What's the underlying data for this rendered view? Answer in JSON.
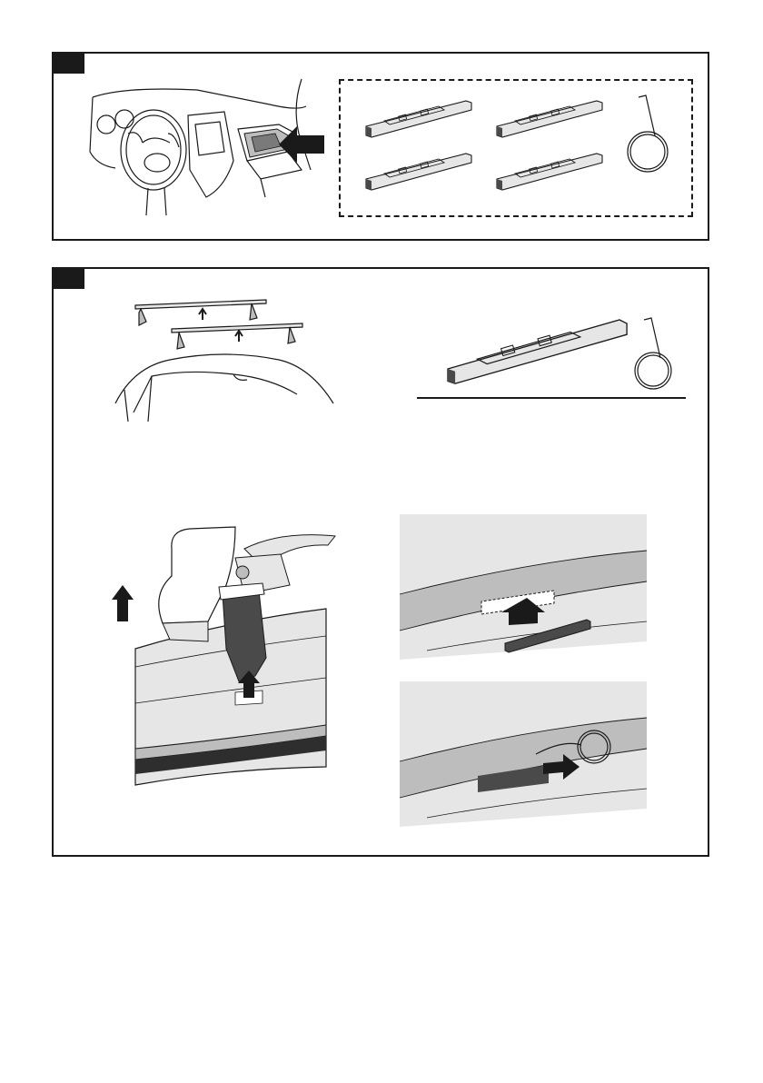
{
  "document": {
    "type": "installation-instructions",
    "steps": [
      {
        "label": "",
        "figures": [
          "car-interior-glovebox",
          "parts-kit-four-clips-and-spring"
        ]
      },
      {
        "label": "",
        "figures": [
          "roof-rack-removal",
          "single-clip-and-spring",
          "foot-bracket-lift",
          "clip-insert",
          "spring-slide"
        ]
      }
    ]
  },
  "colors": {
    "ink": "#1a1a1a",
    "fill_light": "#e6e6e6",
    "fill_mid": "#bdbdbd",
    "fill_dark": "#4a4a4a",
    "background": "#ffffff"
  }
}
